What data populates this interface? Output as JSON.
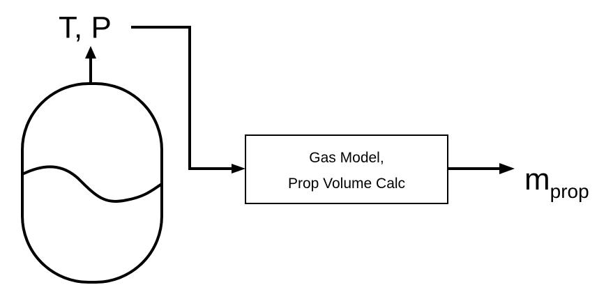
{
  "diagram": {
    "sensor_label": "T, P",
    "process_box": {
      "line1": "Gas Model,",
      "line2": "Prop Volume Calc"
    },
    "output": {
      "symbol": "m",
      "subscript": "prop"
    }
  },
  "colors": {
    "stroke": "#000000",
    "background": "#ffffff"
  }
}
